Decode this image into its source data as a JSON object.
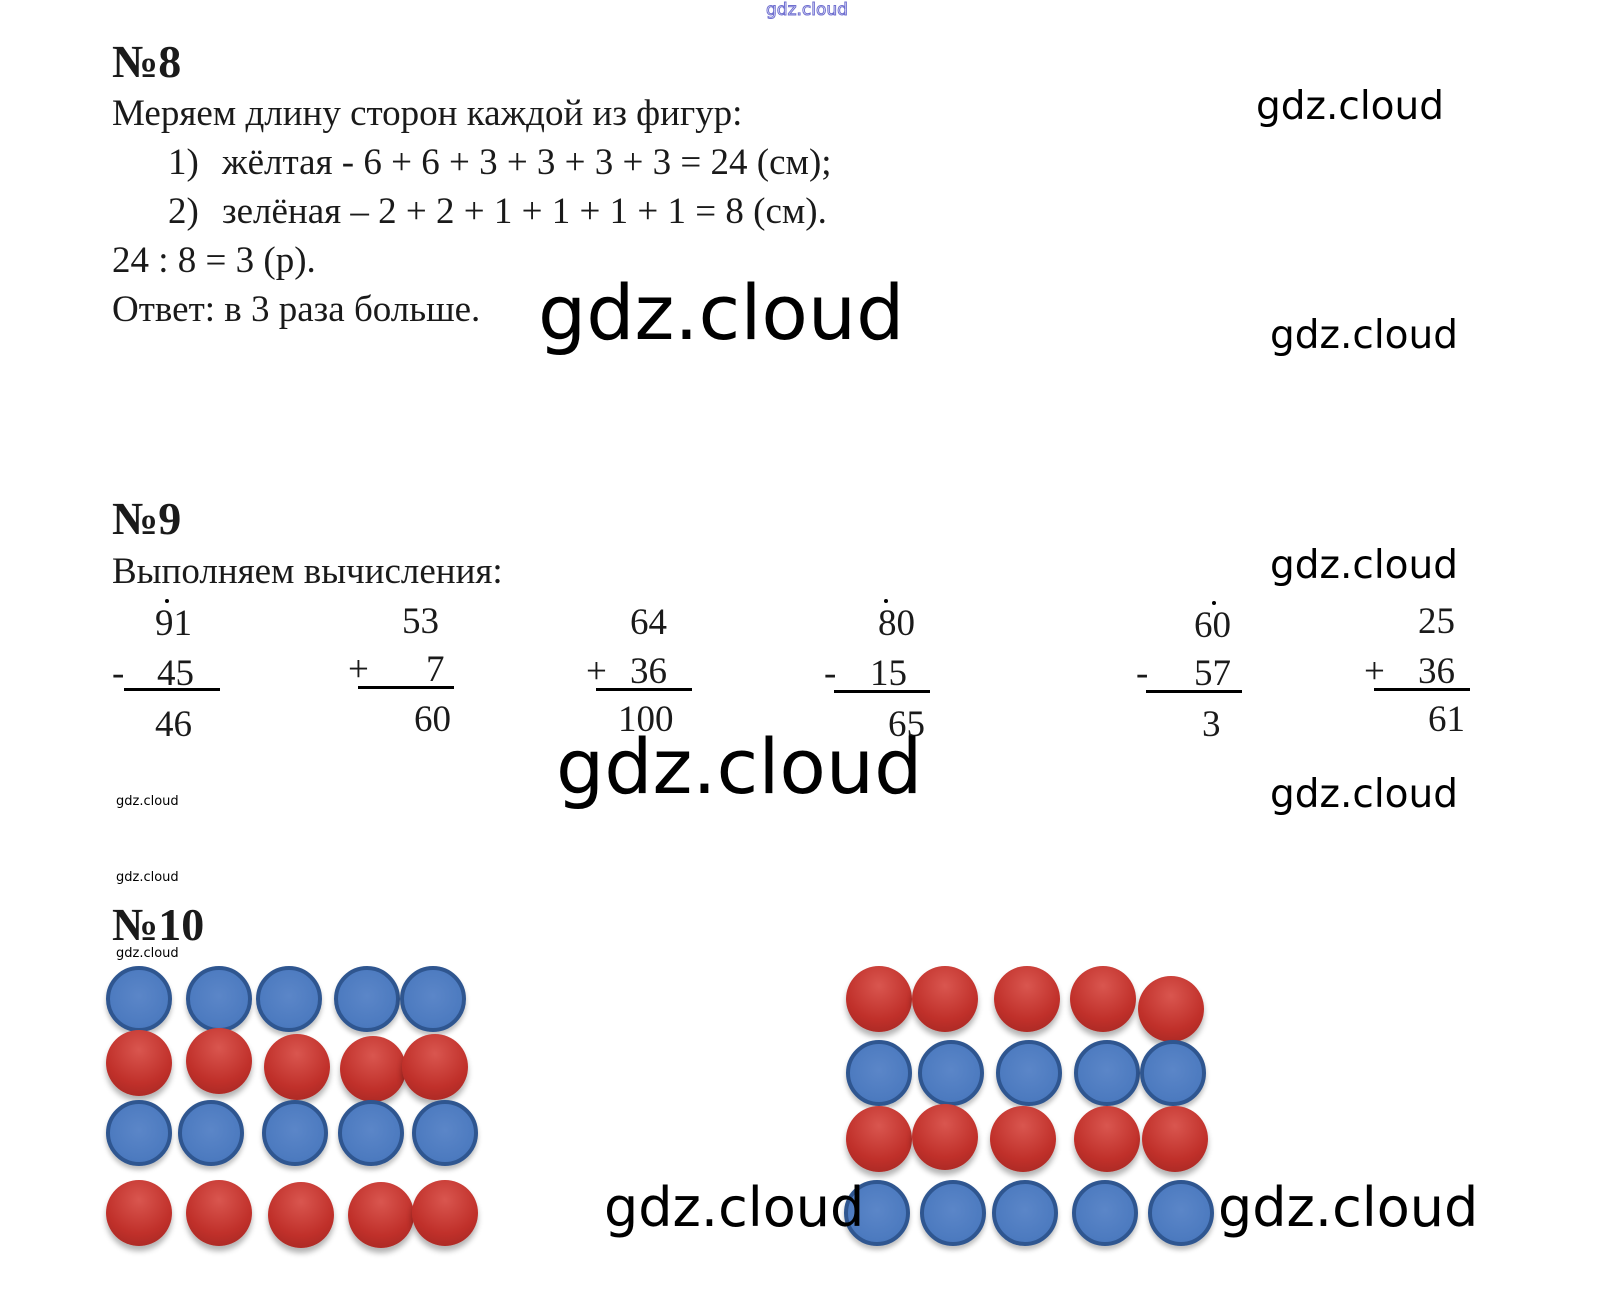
{
  "watermark": "gdz.cloud",
  "task8": {
    "heading": "№8",
    "intro": "Меряем длину сторон каждой из фигур:",
    "line1_num": "1)",
    "line1_text": "жёлтая  -  6 + 6 + 3 + 3 + 3 + 3 = 24 (см);",
    "line2_num": "2)",
    "line2_text": "зелёная – 2 + 2 + 1 + 1 + 1 + 1 = 8 (см).",
    "calc": "24 : 8 = 3 (р).",
    "answer": "Ответ: в 3 раза больше."
  },
  "task9": {
    "heading": "№9",
    "intro": "Выполняем вычисления:",
    "columns": [
      {
        "top": "91",
        "op": "-",
        "bottom": "45",
        "result": "46"
      },
      {
        "top": "53",
        "op": "+",
        "bottom": "7",
        "result": "60"
      },
      {
        "top": "64",
        "op": "+",
        "bottom": "36",
        "result": "100"
      },
      {
        "top": "80",
        "op": "-",
        "bottom": "15",
        "result": "65"
      },
      {
        "top": "60",
        "op": "-",
        "bottom": "57",
        "result": "3"
      },
      {
        "top": "25",
        "op": "+",
        "bottom": "36",
        "result": "61"
      }
    ]
  },
  "task10": {
    "heading": "№10",
    "colors": {
      "blue": "#4d7bc0",
      "red": "#c0302a"
    },
    "left_rows": [
      "blue",
      "red",
      "blue",
      "red"
    ],
    "right_rows": [
      "red",
      "blue",
      "red",
      "blue"
    ],
    "per_row": 5
  }
}
